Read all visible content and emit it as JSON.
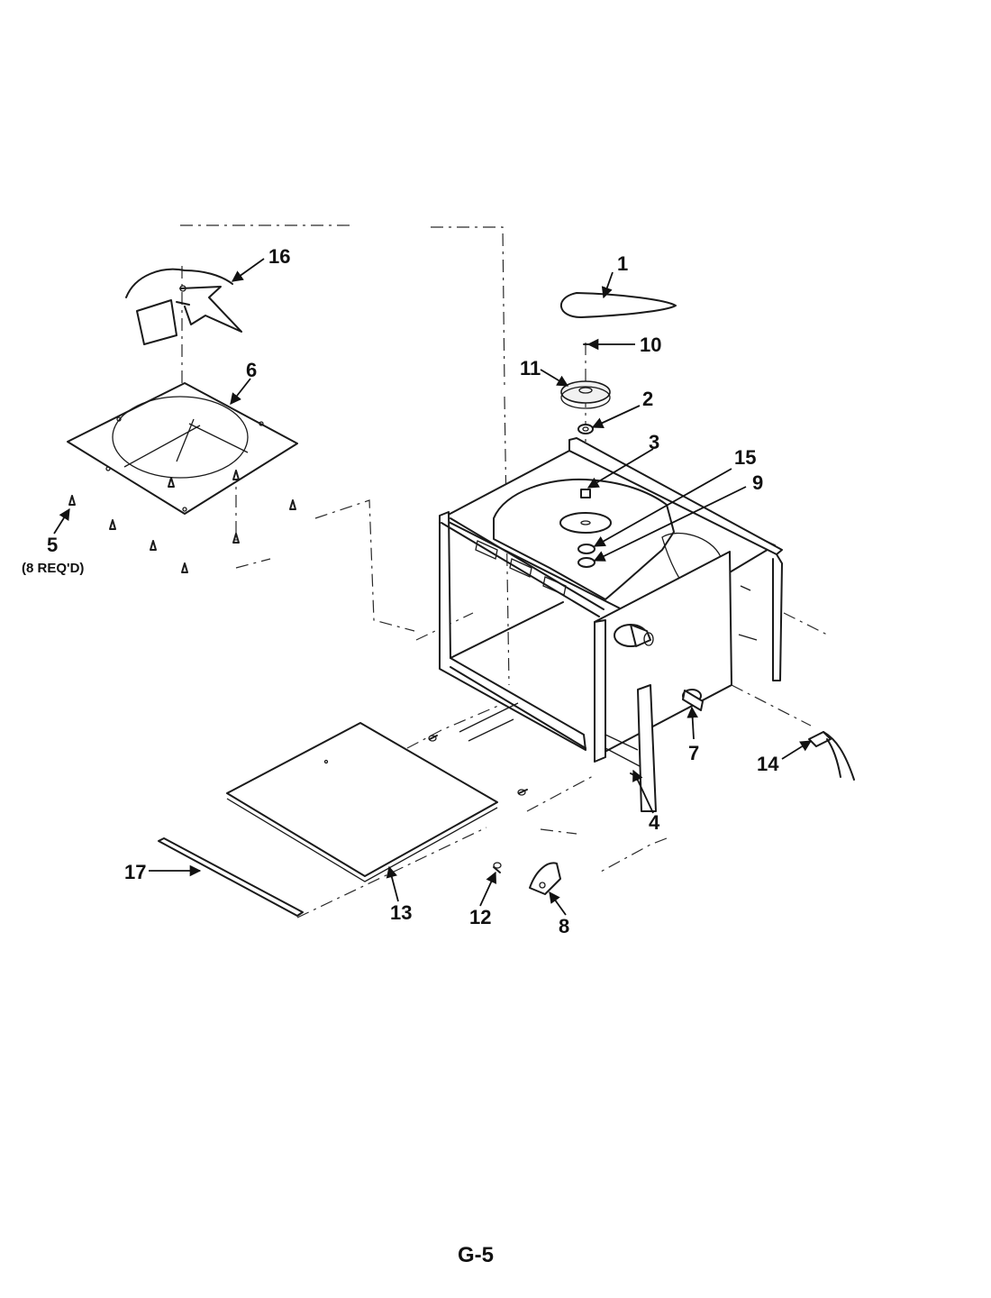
{
  "diagram": {
    "page_id": "G-5",
    "callouts": {
      "c1": "1",
      "c2": "2",
      "c3": "3",
      "c4": "4",
      "c5": "5",
      "c5_note": "(8 REQ'D)",
      "c6": "6",
      "c7": "7",
      "c8": "8",
      "c9": "9",
      "c10": "10",
      "c11": "11",
      "c12": "12",
      "c13": "13",
      "c14": "14",
      "c15": "15",
      "c16": "16",
      "c17": "17"
    }
  }
}
